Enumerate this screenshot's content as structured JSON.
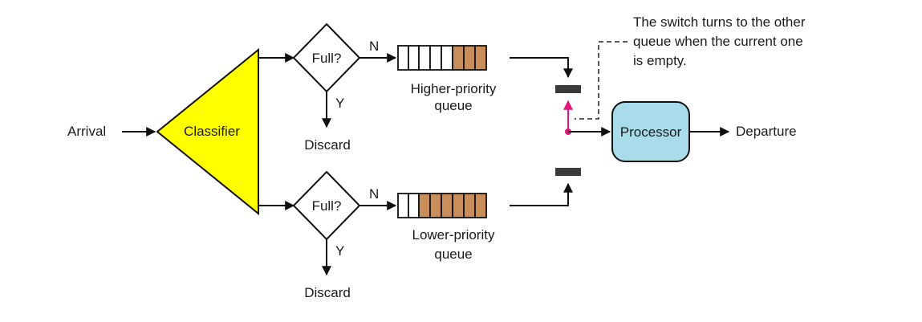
{
  "arrival": "Arrival",
  "classifier": "Classifier",
  "processor": "Processor",
  "departure": "Departure",
  "upper": {
    "decision": "Full?",
    "no": "N",
    "yes": "Y",
    "discard": "Discard",
    "queue_line1": "Higher-priority",
    "queue_line2": "queue",
    "filled_slots": 3,
    "total_slots": 8
  },
  "lower": {
    "decision": "Full?",
    "no": "N",
    "yes": "Y",
    "discard": "Discard",
    "queue_line1": "Lower-priority",
    "queue_line2": "queue",
    "filled_slots": 6,
    "total_slots": 8
  },
  "note": {
    "line1": "The switch turns to the other",
    "line2": "queue when the current one",
    "line3": "is empty."
  },
  "colors": {
    "classifier_fill": "#ffff00",
    "processor_fill": "#a8dcea",
    "packet_fill": "#c98e5a",
    "switch_arm": "#e0147a",
    "switch_contact": "#3a3a3a"
  }
}
